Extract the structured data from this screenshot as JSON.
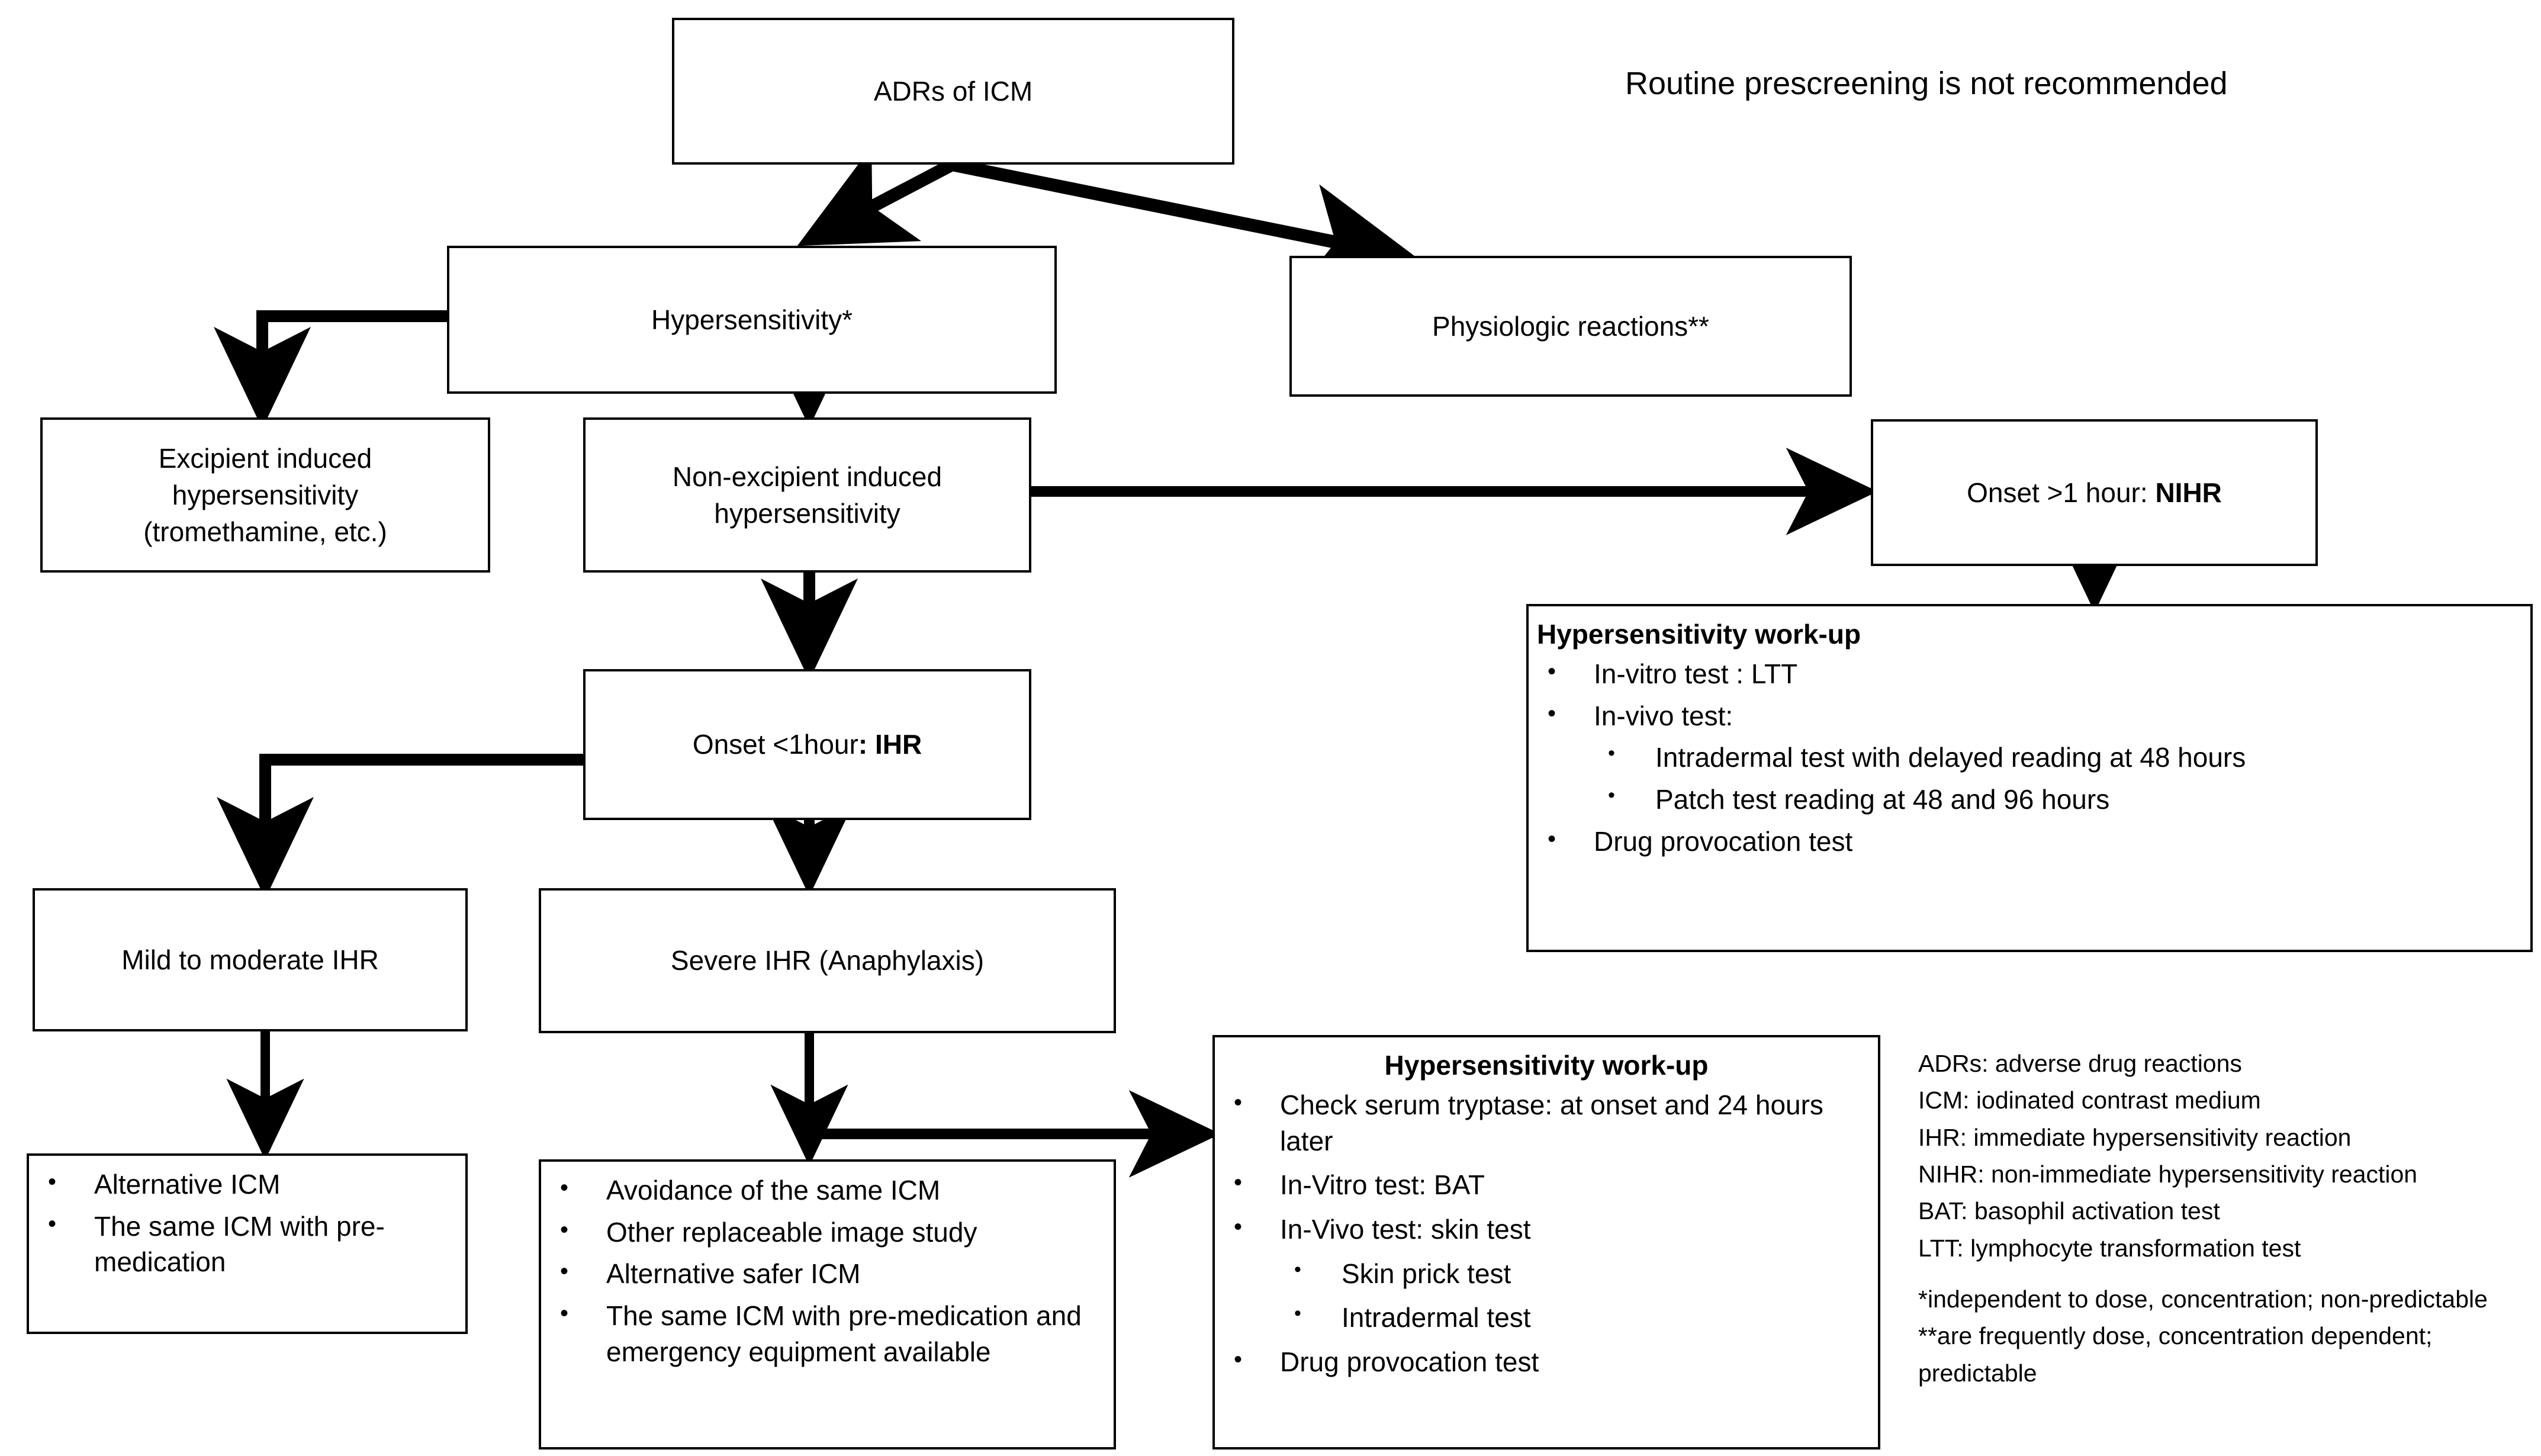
{
  "title_note": "Routine prescreening is not recommended",
  "nodes": {
    "adrs": {
      "label": "ADRs of  ICM"
    },
    "hypersensitivity": {
      "label": "Hypersensitivity*"
    },
    "physiologic": {
      "label": "Physiologic reactions**"
    },
    "excipient": {
      "line1": "Excipient induced",
      "line2": "hypersensitivity",
      "line3": "(tromethamine, etc.)"
    },
    "non_excipient": {
      "line1": "Non-excipient induced",
      "line2": "hypersensitivity"
    },
    "nihr": {
      "prefix": "Onset >1 hour: ",
      "bold": "NIHR"
    },
    "ihr": {
      "prefix": "Onset <1hour",
      "bold": ": IHR"
    },
    "mild": {
      "label": "Mild to moderate IHR"
    },
    "severe": {
      "label": "Severe IHR (Anaphylaxis)"
    },
    "mild_actions": {
      "items": [
        "Alternative ICM",
        "The same ICM with pre-medication"
      ]
    },
    "severe_actions": {
      "items": [
        "Avoidance of the same ICM",
        "Other replaceable image study",
        "Alternative safer ICM",
        "The same ICM with pre-medication and emergency equipment available"
      ]
    },
    "nihr_workup": {
      "title": "Hypersensitivity work-up",
      "items": [
        {
          "text": "In-vitro test : LTT",
          "sub": false
        },
        {
          "text": "In-vivo test:",
          "sub": false
        },
        {
          "text": "Intradermal test with delayed reading at 48 hours",
          "sub": true
        },
        {
          "text": "Patch test reading at 48 and 96 hours",
          "sub": true
        },
        {
          "text": "Drug provocation test",
          "sub": false
        }
      ]
    },
    "ihr_workup": {
      "title": "Hypersensitivity work-up",
      "items": [
        {
          "text": "Check serum tryptase: at onset and 24 hours later",
          "sub": false
        },
        {
          "text": "In-Vitro test: BAT",
          "sub": false
        },
        {
          "text": "In-Vivo test: skin test",
          "sub": false
        },
        {
          "text": "Skin prick test",
          "sub": true
        },
        {
          "text": "Intradermal test",
          "sub": true
        },
        {
          "text": "Drug provocation test",
          "sub": false
        }
      ]
    }
  },
  "legend": {
    "abbreviations": [
      "ADRs: adverse drug reactions",
      "ICM:  iodinated contrast medium",
      "IHR: immediate hypersensitivity reaction",
      "NIHR: non-immediate hypersensitivity reaction",
      "BAT: basophil activation test",
      "LTT: lymphocyte transformation test"
    ],
    "footnotes": [
      "*independent to dose, concentration; non-predictable",
      "**are frequently dose, concentration dependent; predictable"
    ]
  },
  "colors": {
    "line": "#000000",
    "box_border": "#000000",
    "background": "#ffffff"
  }
}
